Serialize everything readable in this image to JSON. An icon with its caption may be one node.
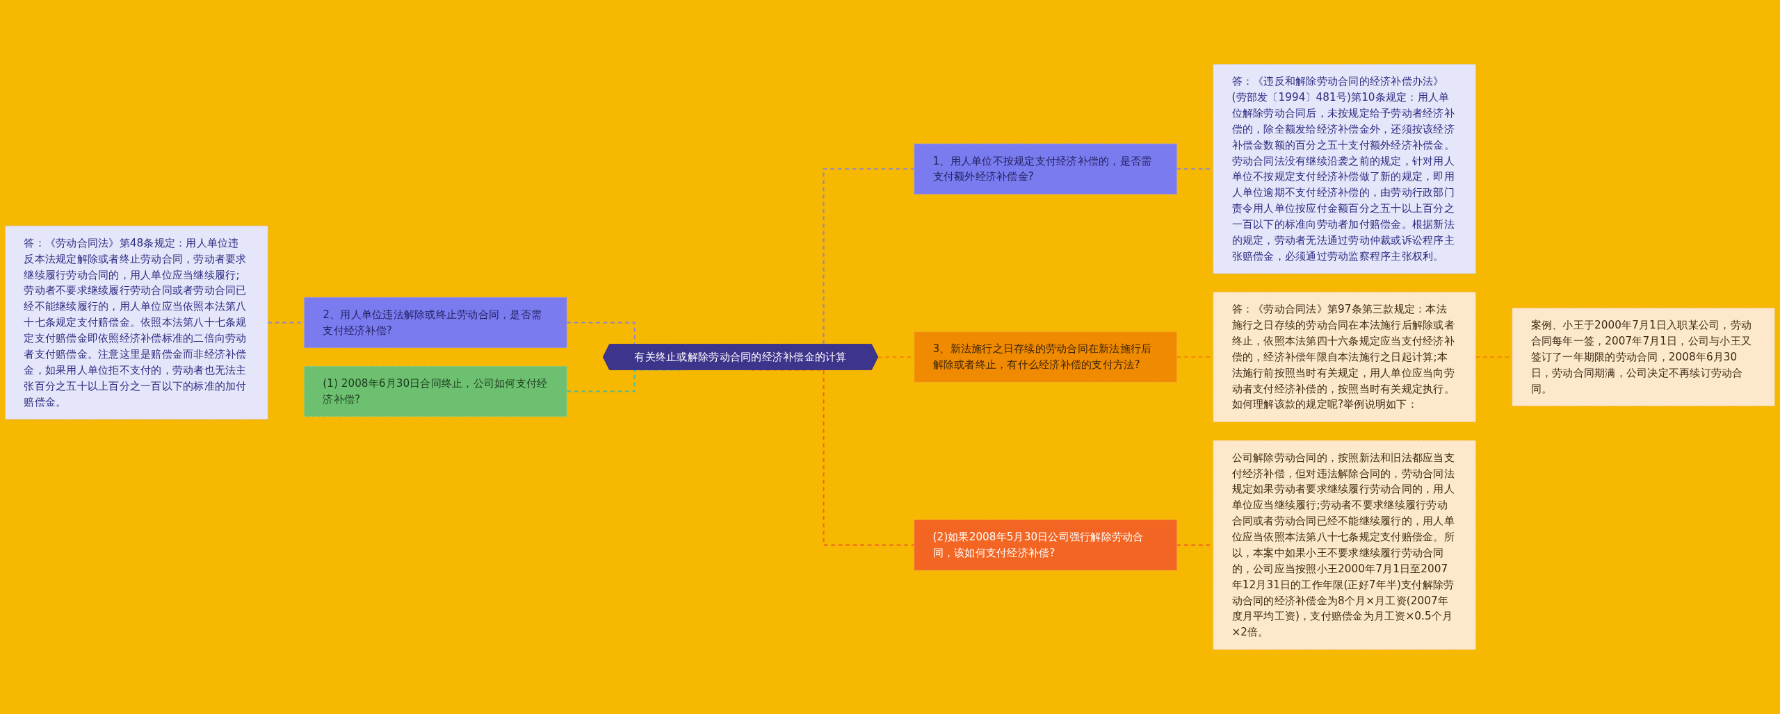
{
  "diagram": {
    "nodes": [
      {
        "text": [
          "有关终止或解除劳动合同的经济补偿金的计算"
        ]
      },
      {
        "text": [
          "1、用人单位不按规定支付经济补偿的，是否需支付额外经济补偿金?"
        ]
      },
      {
        "text": [
          "答：《违反和解除劳动合同的经济补偿办法》(劳部发〔1994〕481号)第10条规定：用人单位解除劳动合同后，未按规定给予劳动者经济补偿的，除全额发给经济补偿金外，还须按该经济补偿金数额的百分之五十支付额外经济补偿金。劳动合同法没有继续沿袭之前的规定，针对用人单位不按规定支付经济补偿做了新的规定，即用人单位逾期不支付经济补偿的，由劳动行政部门责令用人单位按应付金额百分之五十以上百分之一百以下的标准向劳动者加付赔偿金。根据新法的规定，劳动者无法通过劳动仲裁或诉讼程序主张赔偿金，必须通过劳动监察程序主张权利。"
        ]
      },
      {
        "text": [
          "3、新法施行之日存续的劳动合同在新法施行后解除或者终止，有什么经济补偿的支付方法?"
        ]
      },
      {
        "text": [
          "答：《劳动合同法》第97条第三款规定：本法施行之日存续的劳动合同在本法施行后解除或者终止，依照本法第四十六条规定应当支付经济补偿的，经济补偿年限自本法施行之日起计算;本法施行前按照当时有关规定，用人单位应当向劳动者支付经济补偿的，按照当时有关规定执行。如何理解该款的规定呢?举例说明如下："
        ]
      },
      {
        "text": [
          "案例、小王于2000年7月1日入职某公司，劳动合同每年一签，2007年7月1日，公司与小王又签订了一年期限的劳动合同，2008年6月30日，劳动合同期满，公司决定不再续订劳动合同。"
        ]
      },
      {
        "text": [
          "(2)如果2008年5月30日公司强行解除劳动合同，该如何支付经济补偿?"
        ]
      },
      {
        "text": [
          "公司解除劳动合同的，按照新法和旧法都应当支付经济补偿，但对违法解除合同的，劳动合同法规定如果劳动者要求继续履行劳动合同的，用人单位应当继续履行;劳动者不要求继续履行劳动合同或者劳动合同已经不能继续履行的，用人单位应当依照本法第八十七条规定支付赔偿金。所以，本案中如果小王不要求继续履行劳动合同的，公司应当按照小王2000年7月1日至2007年12月31日的工作年限(正好7年半)支付解除劳动合同的经济补偿金为8个月×月工资(2007年度月平均工资)，支付赔偿金为月工资×0.5个月×2倍。"
        ]
      },
      {
        "text": [
          "2、用人单位违法解除或终止劳动合同，是否需支付经济补偿?"
        ]
      },
      {
        "text": [
          "答：《劳动合同法》第48条规定：用人单位违反本法规定解除或者终止劳动合同，劳动者要求继续履行劳动合同的，用人单位应当继续履行;劳动者不要求继续履行劳动合同或者劳动合同已经不能继续履行的，用人单位应当依照本法第八十七条规定支付赔偿金。依照本法第八十七条规定支付赔偿金即依照经济补偿标准的二倍向劳动者支付赔偿金。注意这里是赔偿金而非经济补偿金，如果用人单位拒不支付的，劳动者也无法主张百分之五十以上百分之一百以下的标准的加付赔偿金。"
        ]
      },
      {
        "text": [
          "(1) 2008年6月30日合同终止，公司如何支付经济补偿?"
        ]
      }
    ],
    "edges": [
      {
        "from": 0,
        "to": 1,
        "arrow": "none",
        "style": "dashed"
      },
      {
        "from": 1,
        "to": 2,
        "arrow": "none",
        "style": "dashed"
      },
      {
        "from": 0,
        "to": 3,
        "arrow": "none",
        "style": "dashed",
        "color": "#f08a00"
      },
      {
        "from": 3,
        "to": 4,
        "arrow": "none",
        "style": "dashed",
        "color": "#f08a00"
      },
      {
        "from": 4,
        "to": 5,
        "arrow": "none",
        "style": "dashed",
        "color": "#f08a00"
      },
      {
        "from": 0,
        "to": 6,
        "arrow": "none",
        "style": "dashed",
        "color": "#f26522"
      },
      {
        "from": 6,
        "to": 7,
        "arrow": "none",
        "style": "dashed",
        "color": "#f26522"
      },
      {
        "from": 8,
        "to": 0,
        "arrow": "none",
        "style": "dashed"
      },
      {
        "from": 9,
        "to": 8,
        "arrow": "none",
        "style": "dashed"
      },
      {
        "from": 10,
        "to": 0,
        "arrow": "none",
        "style": "dashed",
        "color": "#4fb89a"
      }
    ]
  }
}
